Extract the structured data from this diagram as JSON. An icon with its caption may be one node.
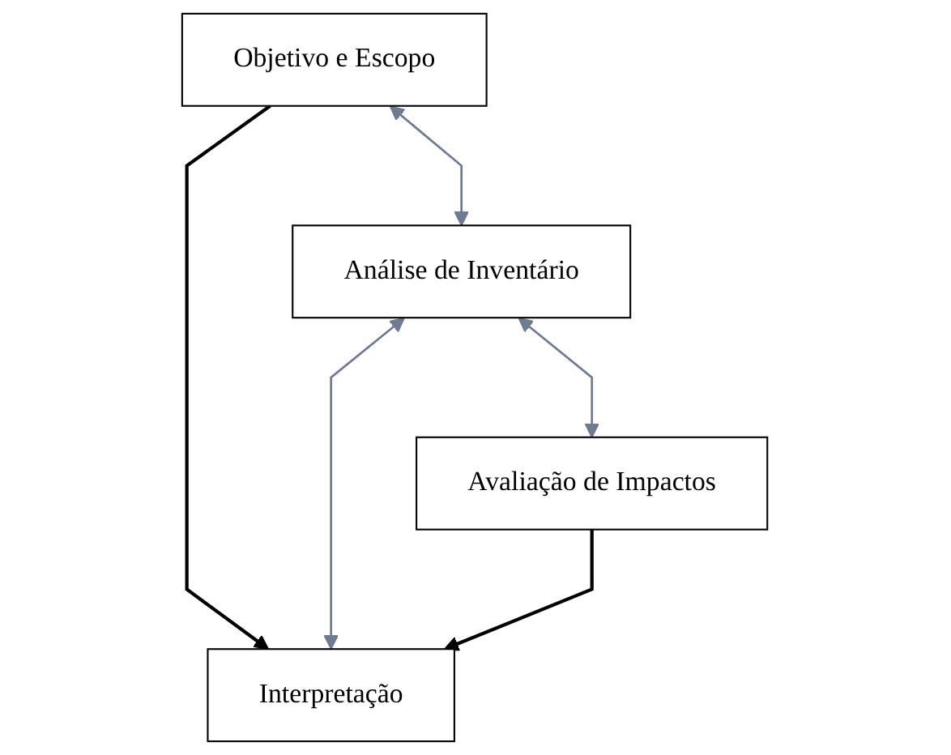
{
  "diagram": {
    "nodes": [
      {
        "text": [
          "Objetivo e Escopo"
        ]
      },
      {
        "text": [
          "Análise de Inventário"
        ]
      },
      {
        "text": [
          "Interpretação"
        ]
      },
      {
        "text": [
          "Avaliação de Impactos"
        ]
      }
    ],
    "edges": [
      {
        "from": 0,
        "to": 2,
        "arrow": "to",
        "color": "#000000"
      },
      {
        "from": 0,
        "to": 1,
        "arrow": "both"
      },
      {
        "from": 1,
        "to": 2,
        "arrow": "both"
      },
      {
        "from": 1,
        "to": 3,
        "arrow": "both"
      },
      {
        "from": 3,
        "to": 2,
        "arrow": "to",
        "color": "#000000"
      }
    ]
  }
}
